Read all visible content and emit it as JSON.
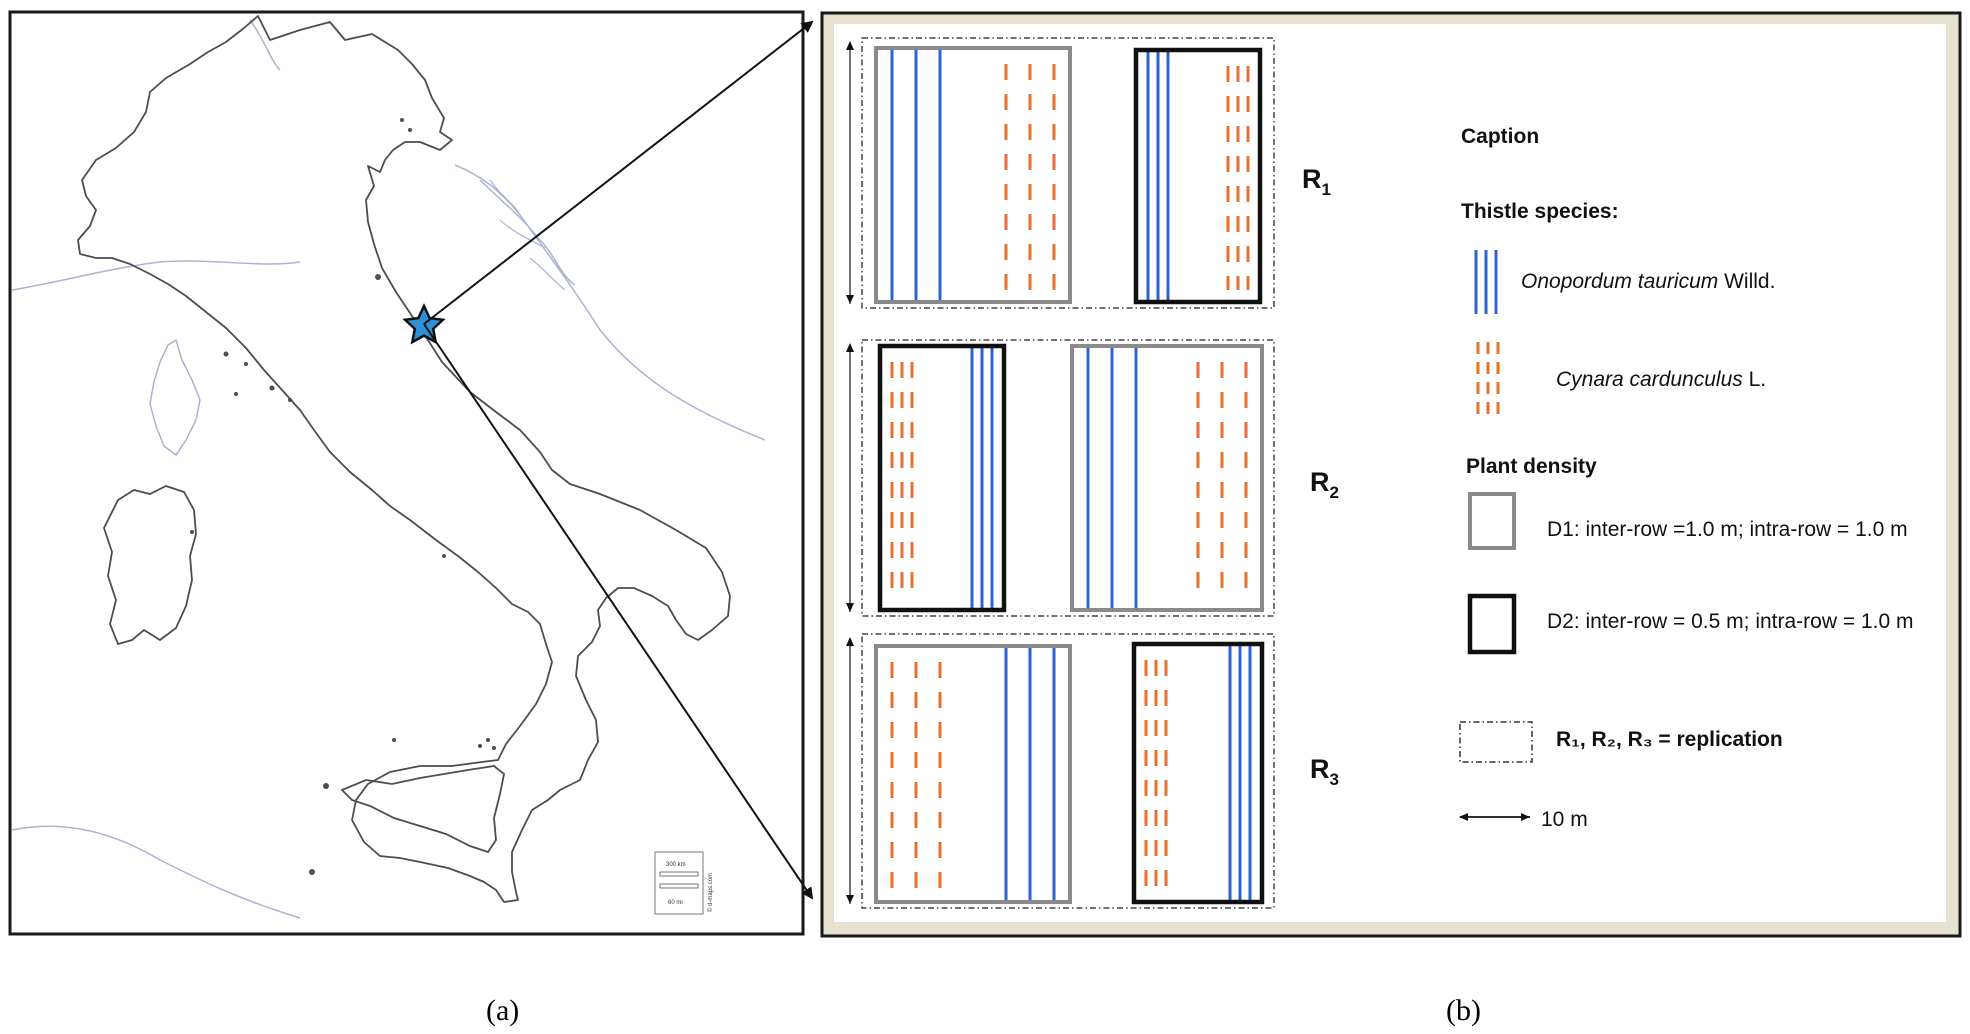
{
  "colors": {
    "blue_row": "#2e63d6",
    "orange_row": "#e8702a",
    "d1_border": "#8a8a8a",
    "d2_border": "#111111",
    "panel_bg": "#ffffff",
    "panel_border": "#1a1a1a",
    "panel_frame": "#e6e2d0",
    "map_line": "#4d4d4d",
    "map_border_line": "#aab3d6",
    "star_fill": "#2d8fd5"
  },
  "panel_a": {
    "caption": "(a)",
    "star_icon": "star-icon",
    "scale_bar": {
      "top": "300 km",
      "bottom": "60 mi"
    },
    "credit": "© d-maps.com"
  },
  "panel_b": {
    "caption": "(b)",
    "replications": [
      {
        "sub": "1",
        "plots": [
          {
            "density": "D1",
            "blue_lines": 3,
            "orange_cols": 3,
            "blue_side": "left"
          },
          {
            "density": "D2",
            "blue_lines": 3,
            "orange_cols": 3,
            "blue_side": "left"
          }
        ]
      },
      {
        "sub": "2",
        "plots": [
          {
            "density": "D2",
            "blue_lines": 3,
            "orange_cols": 3,
            "blue_side": "right"
          },
          {
            "density": "D1",
            "blue_lines": 3,
            "orange_cols": 3,
            "blue_side": "left"
          }
        ]
      },
      {
        "sub": "3",
        "plots": [
          {
            "density": "D1",
            "blue_lines": 3,
            "orange_cols": 3,
            "blue_side": "right"
          },
          {
            "density": "D2",
            "blue_lines": 3,
            "orange_cols": 3,
            "blue_side": "right"
          }
        ]
      }
    ],
    "legend": {
      "caption_title": "Caption",
      "species_title": "Thistle species:",
      "species1_italic": "Onopordum tauricum",
      "species1_suffix": " Willd.",
      "species2_italic": "Cynara cardunculus",
      "species2_suffix": " L.",
      "density_title": "Plant density",
      "d1_text": "D1: inter-row =1.0 m; intra-row = 1.0 m",
      "d2_text": "D2: inter-row = 0.5 m; intra-row = 1.0 m",
      "rep_text": "R₁, R₂, R₃ =  replication",
      "scale_text": "10 m"
    }
  }
}
